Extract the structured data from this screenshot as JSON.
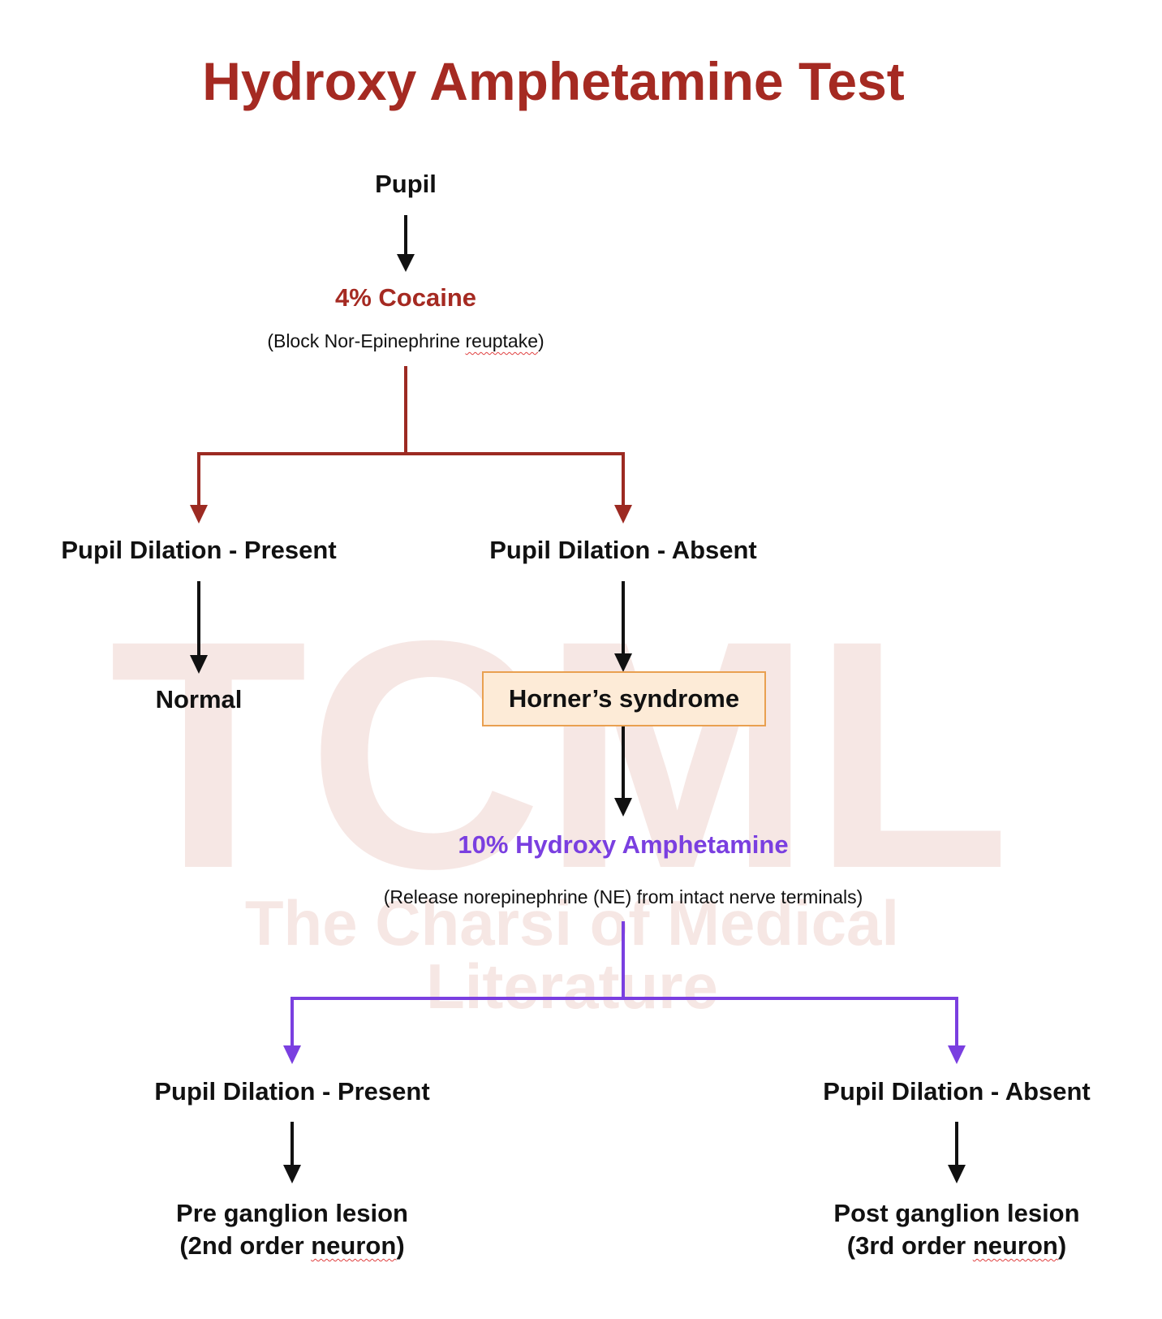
{
  "title": "Hydroxy Amphetamine Test",
  "watermark": {
    "logo": "TCML",
    "tagline": "The Charsi of Medical Literature"
  },
  "nodes": {
    "pupil": "Pupil",
    "cocaine": "4% Cocaine",
    "cocaine_note_prefix": "(Block Nor-Epinephrine ",
    "cocaine_note_word": "reuptake",
    "cocaine_note_suffix": ")",
    "dilation_present_1": "Pupil Dilation - Present",
    "dilation_absent_1": "Pupil Dilation - Absent",
    "normal": "Normal",
    "horners": "Horner’s syndrome",
    "hydroxy": "10% Hydroxy Amphetamine",
    "hydroxy_note": "(Release norepinephrine (NE) from intact nerve terminals)",
    "dilation_present_2": "Pupil Dilation - Present",
    "dilation_absent_2": "Pupil Dilation - Absent",
    "pre_lesion": "Pre ganglion lesion",
    "pre_order_prefix": "(2nd order ",
    "pre_order_word": "neuron",
    "pre_order_suffix": ")",
    "post_lesion": "Post ganglion lesion",
    "post_order_prefix": "(3rd order ",
    "post_order_word": "neuron",
    "post_order_suffix": ")"
  },
  "colors": {
    "title": "#a52a22",
    "cocaine_branch": "#9c2a22",
    "hydroxy_branch": "#7a3fe0",
    "arrows": "#111111",
    "highlight_box_fill": "#fdebd7",
    "highlight_box_border": "#e9a050",
    "watermark": "#f6e7e4"
  }
}
